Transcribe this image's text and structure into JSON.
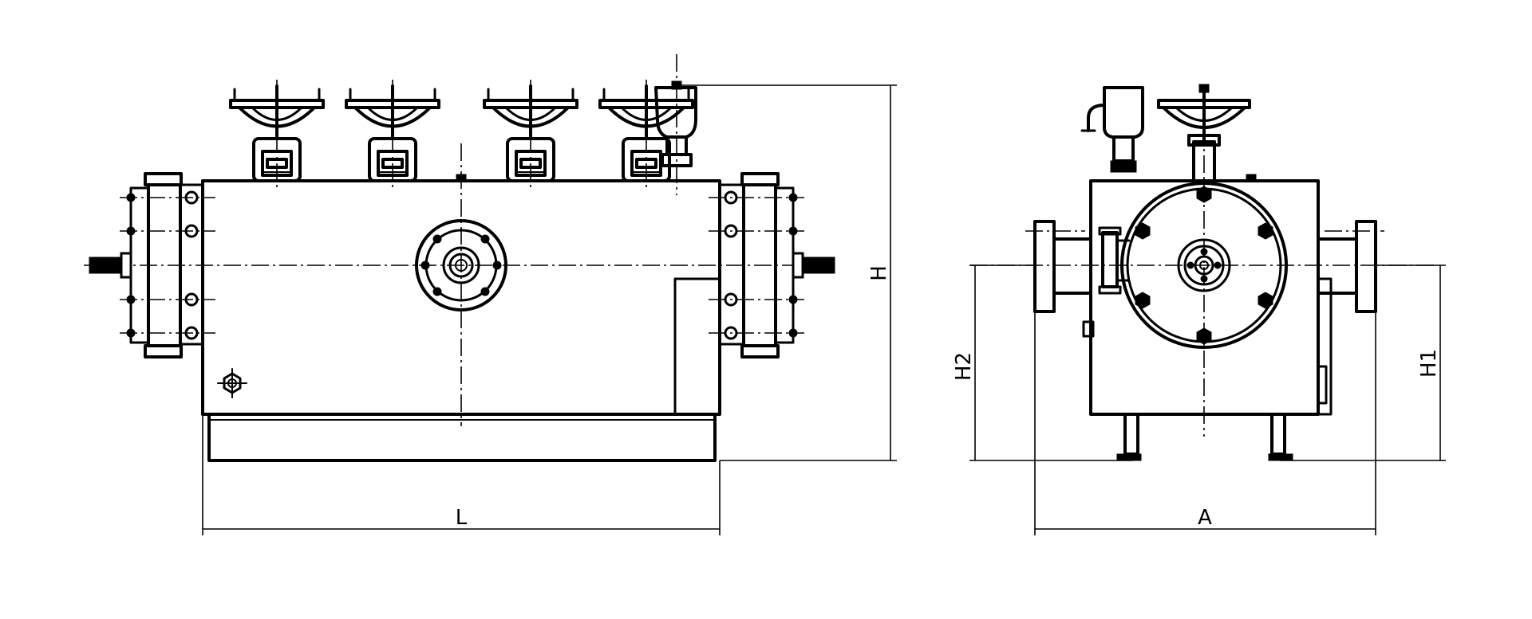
{
  "dimensions": {
    "L": "L",
    "H": "H",
    "A": "A",
    "H1": "H1",
    "H2": "H2"
  }
}
